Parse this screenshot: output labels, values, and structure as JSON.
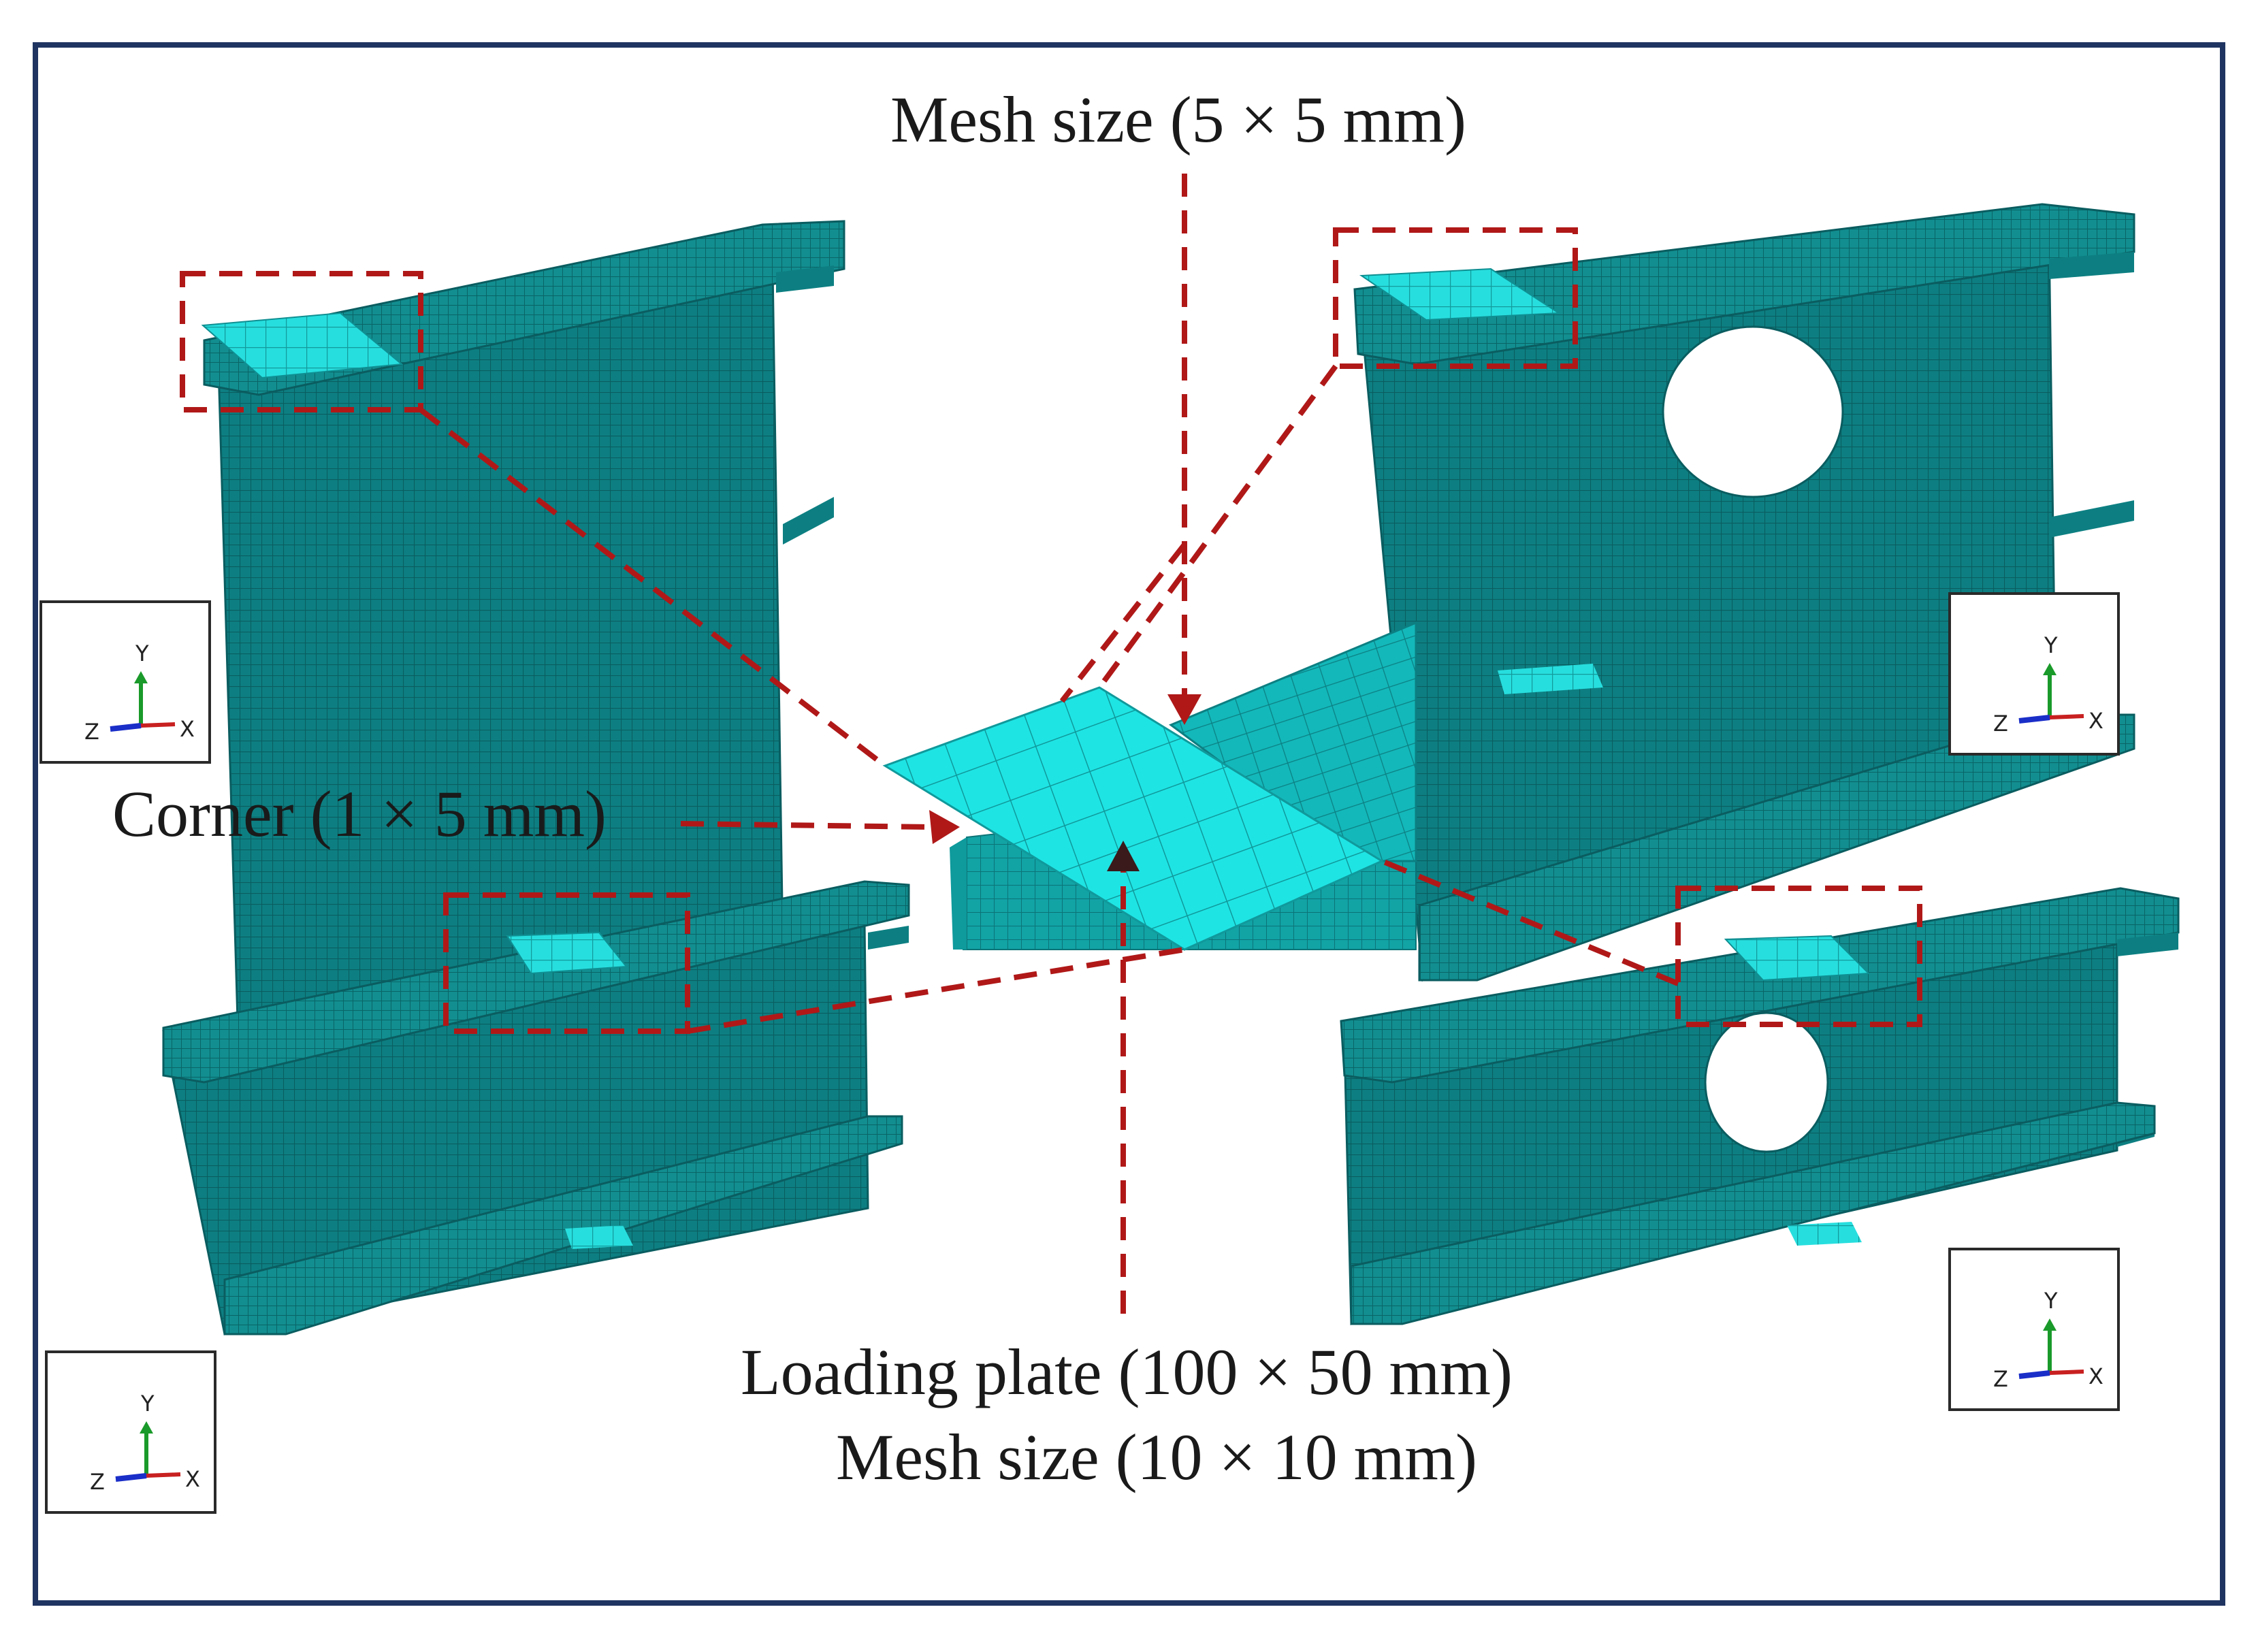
{
  "labels": {
    "mesh_top": "Mesh size (5 × 5 mm)",
    "corner": "Corner (1 × 5 mm)",
    "loading_plate": "Loading plate (100 × 50 mm)",
    "mesh_bottom": "Mesh size (10 × 10 mm)"
  },
  "triad_axes": {
    "y": "Y",
    "x": "X",
    "z": "Z"
  },
  "colors": {
    "mesh_fill": "#0d7f82",
    "mesh_line": "#0a5f62",
    "plate_fill": "#1fe2e2",
    "plate_line": "#0f8f92",
    "dashed": "#b01818",
    "frame": "#1f3461",
    "axis_y": "#1a9a2a",
    "axis_x": "#c82020",
    "axis_z": "#1a2ec8"
  }
}
